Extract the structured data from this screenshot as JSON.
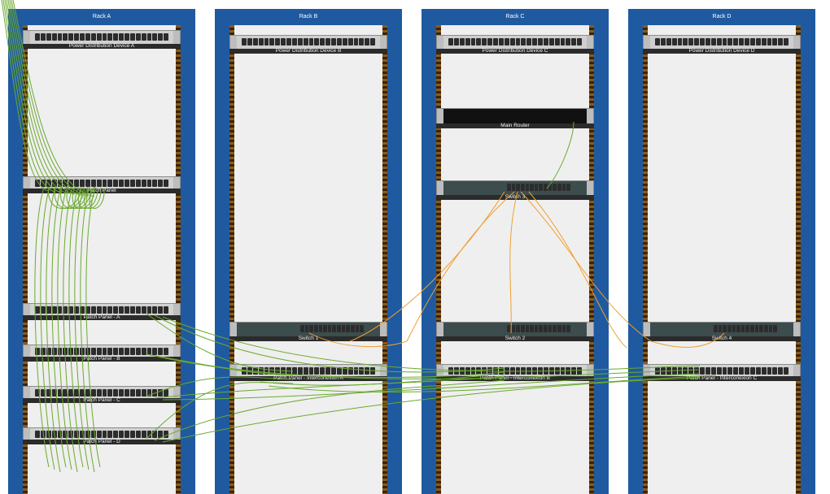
{
  "racks": [
    {
      "title": "Rack A",
      "pdu": "Power Distribution Device A",
      "patch_panel": "Patch Panel",
      "pp_a": "Patch Panel - A",
      "pp_b": "Patch Panel - B",
      "pp_c": "Patch Panel - C",
      "pp_d": "Patch Panel - D"
    },
    {
      "title": "Rack B",
      "pdu": "Power Distribution Device B",
      "switch": "Switch 1",
      "interconnect": "Patch Panel - Interconexion A"
    },
    {
      "title": "Rack C",
      "pdu": "Power Distribution Device C",
      "router": "Main Router",
      "switch_core": "Switch 3",
      "switch": "Switch 2",
      "interconnect": "Patch Panel - Interconexion B"
    },
    {
      "title": "Rack D",
      "pdu": "Power Distribution Device D",
      "switch": "Switch 4",
      "interconnect": "Patch Panel - Interconexion C"
    }
  ],
  "colors": {
    "rack_frame": "#1f5aa0",
    "copper_cable": "#6aaa2e",
    "uplink_cable": "#f0a030",
    "rack_bg": "#efefef"
  }
}
